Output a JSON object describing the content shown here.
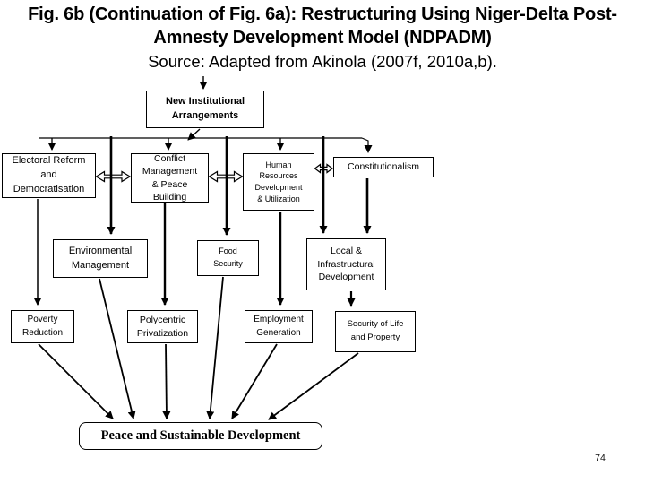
{
  "title": {
    "main": "Fig. 6b (Continuation of Fig. 6a): Restructuring Using Niger-Delta Post-\nAmnesty Development Model (NDPADM)",
    "source": "Source: Adapted from Akinola (2007f, 2010a,b)."
  },
  "boxes": {
    "new_institutional": "New Institutional\nArrangements",
    "electoral": "Electoral Reform\nand\nDemocratisation",
    "conflict": "Conflict\nManagement\n& Peace\nBuilding",
    "human_resources": "Human\nResources\nDevelopment\n& Utilization",
    "constitutionalism": "Constitutionalism",
    "environmental": "Environmental\nManagement",
    "food_security": "Food\nSecurity",
    "local_infra": "Local &\nInfrastructural\nDevelopment",
    "poverty": "Poverty\nReduction",
    "polycentric": "Polycentric\nPrivatization",
    "employment": "Employment\nGeneration",
    "security_life": "Security of Life\nand Property",
    "peace": "Peace and Sustainable Development"
  },
  "page_number": "74",
  "colors": {
    "background": "#ffffff",
    "text": "#000000",
    "line": "#000000"
  }
}
